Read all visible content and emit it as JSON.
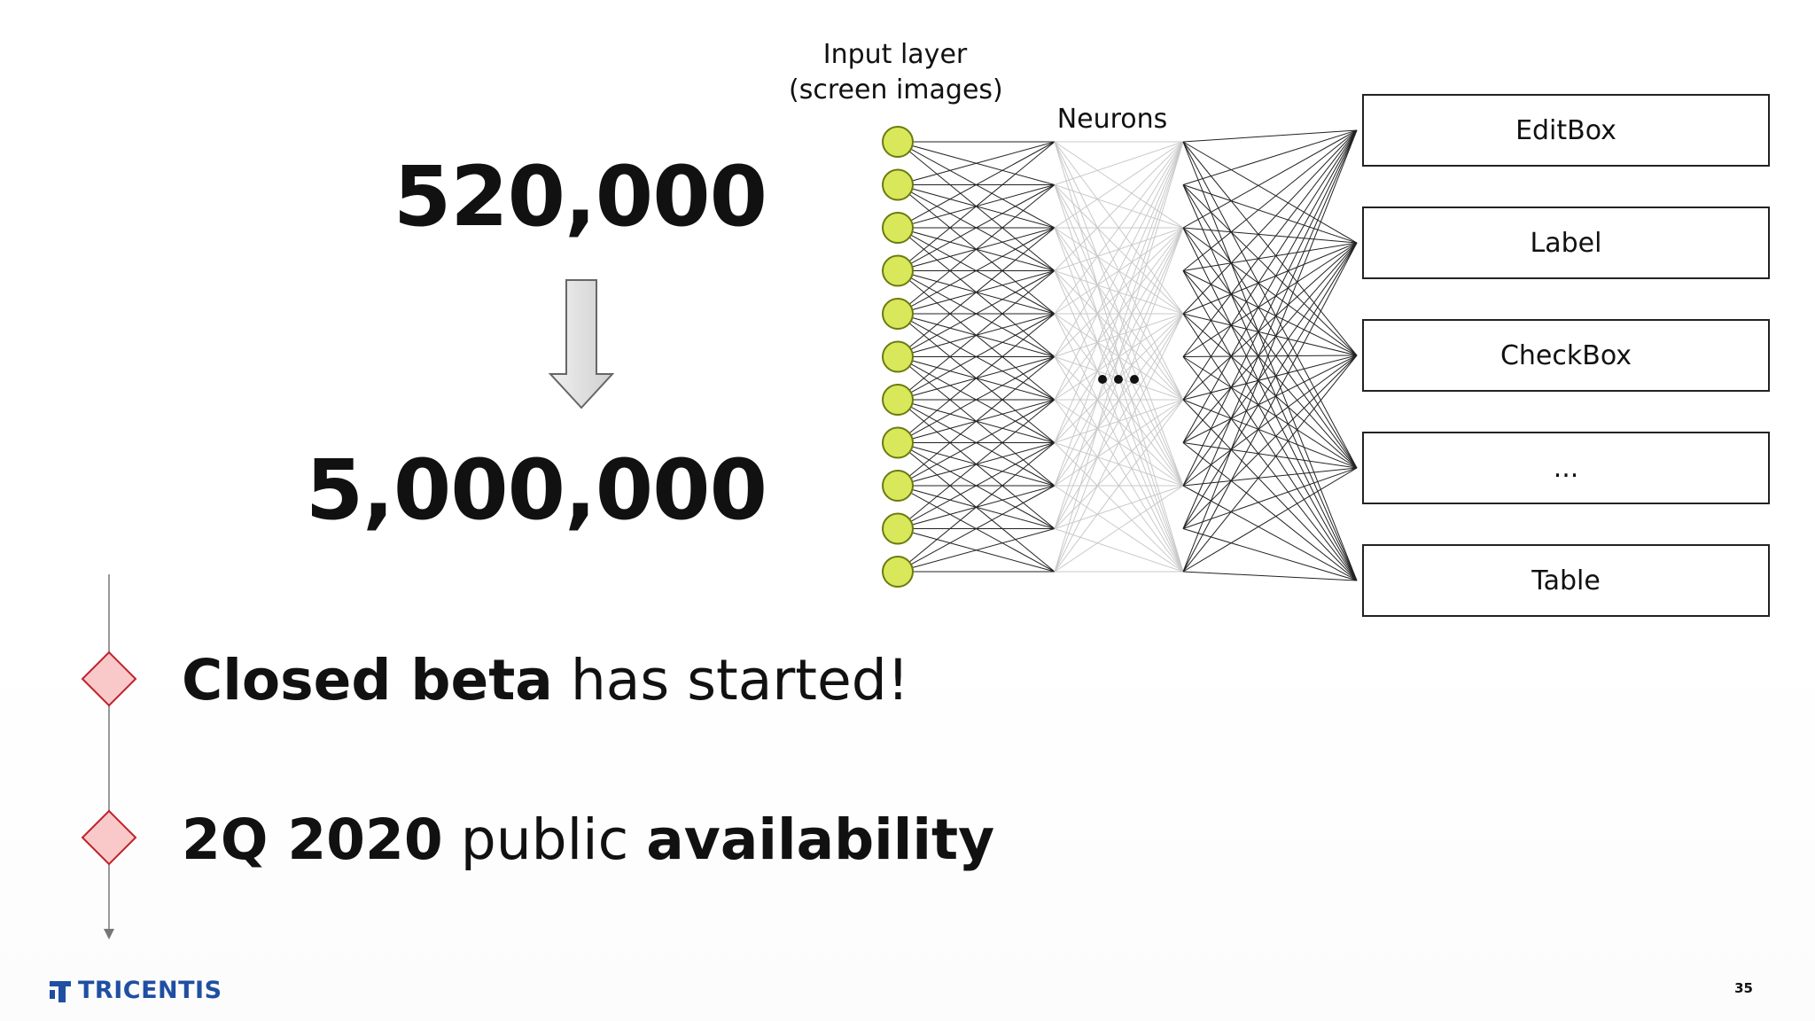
{
  "slide": {
    "big_number_top": "520,000",
    "big_number_bottom": "5,000,000",
    "network": {
      "input_label_line1": "Input layer",
      "input_label_line2": "(screen images)",
      "neurons_label": "Neurons",
      "ellipsis": "...",
      "outputs": [
        "EditBox",
        "Label",
        "CheckBox",
        "...",
        "Table"
      ]
    },
    "bullets": [
      {
        "bold1": "Closed beta",
        "normal": " has started!",
        "bold2": ""
      },
      {
        "bold1": "2Q 2020",
        "normal": " public ",
        "bold2": "availability"
      }
    ],
    "logo_text": "TRICENTIS",
    "page_number": "35"
  },
  "colors": {
    "node_fill": "#d9e85a",
    "node_stroke": "#6b7a10",
    "diamond_fill": "#f9c9c9",
    "diamond_stroke": "#c0212b",
    "logo": "#1f4fa3"
  }
}
